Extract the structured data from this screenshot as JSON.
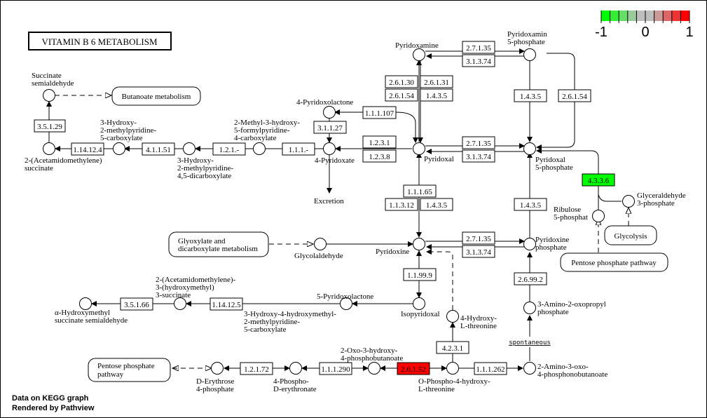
{
  "title": "VITAMIN B 6 METABOLISM",
  "footer": [
    "Data on KEGG graph",
    "Rendered by Pathview"
  ],
  "legend": {
    "colors": [
      "#00ff00",
      "#33ee33",
      "#66dd66",
      "#99cc99",
      "#bebebe",
      "#bebebe",
      "#cc9999",
      "#dd6666",
      "#ee3333",
      "#ff0000"
    ],
    "ticks": [
      "-1",
      "0",
      "1"
    ]
  },
  "colors": {
    "up": "#ff0000",
    "down": "#00ff00",
    "default": "#ffffff"
  },
  "maps": {
    "butanoate": [
      "Butanoate metabolism"
    ],
    "glyoxylate": [
      "Glyoxylate and",
      "dicarboxylate metabolism"
    ],
    "glycolysis": [
      "Glycolysis"
    ],
    "pentose_right": [
      "Pentose phosphate pathway"
    ],
    "pentose_left": [
      "Pentose phosphate",
      "pathway"
    ]
  },
  "compounds": {
    "succ_semi": [
      "Succinate",
      "semialdehyde"
    ],
    "acet_succ": [
      "2-(Acetamidomethylene)",
      "succinate"
    ],
    "hmpc": [
      "3-Hydroxy-",
      "2-methylpyridine-",
      "5-carboxylate"
    ],
    "hmpdc": [
      "3-Hydroxy-",
      "2-methylpyridine-",
      "4,5-dicarboxylate"
    ],
    "mhfpc": [
      "2-Methyl-3-hydroxy-",
      "5-formylpyridine-",
      "4-carboxylate"
    ],
    "pyridoxolactone": [
      "4-Pyridoxolactone"
    ],
    "pyridoxate": [
      "4-Pyridoxate"
    ],
    "excretion": [
      "Excretion"
    ],
    "pyridoxamine": [
      "Pyridoxamine"
    ],
    "pmp": [
      "Pyridoxamin",
      "5-phosphate"
    ],
    "pyridoxal": [
      "Pyridoxal"
    ],
    "plp": [
      "Pyridoxal",
      "5-phosphate"
    ],
    "ribulose": [
      "Ribulose",
      "5-phosphat"
    ],
    "g3p": [
      "Glyceraldehyde",
      "3-phosphate"
    ],
    "glycolaldehyde": [
      "Glycolaldehyde"
    ],
    "pyridoxine": [
      "Pyridoxine"
    ],
    "pnp": [
      "Pyridoxine",
      "phosphate"
    ],
    "acet_hm_succ": [
      "2-(Acetamidomethylene)-",
      "3-(hydroxymethyl)",
      "3-succinate"
    ],
    "ahm_semi": [
      "α-Hydroxymethyl",
      "succinate semialdehyde"
    ],
    "hhmpc": [
      "3-Hydroxy-4-hydroxymethyl-",
      "2-methylpyridine-",
      "5-carboxylate"
    ],
    "pyridoxolactone5": [
      "5-Pyridoxolactone"
    ],
    "isopyridoxal": [
      "Isopyridoxal"
    ],
    "hthr": [
      "4-Hydroxy-",
      "L-threonine"
    ],
    "aop": [
      "3-Amino-2-oxopropyl",
      "phosphate"
    ],
    "spontaneous": "spontaneous",
    "aopb": [
      "2-Amino-3-oxo-",
      "4-phosphonobutanoate"
    ],
    "ophthr": [
      "O-Phospho-4-hydroxy-",
      "L-threonine"
    ],
    "ohpb": [
      "2-Oxo-3-hydroxy-",
      "4-phosphobutanoate"
    ],
    "pe": [
      "4-Phospho-",
      "D-erythronate"
    ],
    "e4p": [
      "D-Erythrose",
      "4-phosphate"
    ]
  },
  "enzymes": {
    "e3_5_1_29": {
      "label": "3.5.1.29",
      "value": null
    },
    "e1_14_12_4": {
      "label": "1.14.12.4",
      "value": null
    },
    "e4_1_1_51": {
      "label": "4.1.1.51",
      "value": null
    },
    "e1_2_1_a": {
      "label": "1.2.1.-",
      "value": null
    },
    "e1_1_1_a": {
      "label": "1.1.1.-",
      "value": null
    },
    "e3_1_1_27": {
      "label": "3.1.1.27",
      "value": null
    },
    "e1_1_1_107": {
      "label": "1.1.1.107",
      "value": null
    },
    "e1_2_3_1": {
      "label": "1.2.3.1",
      "value": null
    },
    "e1_2_3_8": {
      "label": "1.2.3.8",
      "value": null
    },
    "e2_6_1_30": {
      "label": "2.6.1.30",
      "value": null
    },
    "e2_6_1_31": {
      "label": "2.6.1.31",
      "value": null
    },
    "e2_6_1_54a": {
      "label": "2.6.1.54",
      "value": null
    },
    "e1_4_3_5a": {
      "label": "1.4.3.5",
      "value": null
    },
    "e2_7_1_35a": {
      "label": "2.7.1.35",
      "value": null
    },
    "e3_1_3_74a": {
      "label": "3.1.3.74",
      "value": null
    },
    "e1_4_3_5b": {
      "label": "1.4.3.5",
      "value": null
    },
    "e2_6_1_54b": {
      "label": "2.6.1.54",
      "value": null
    },
    "e2_7_1_35b": {
      "label": "2.7.1.35",
      "value": null
    },
    "e3_1_3_74b": {
      "label": "3.1.3.74",
      "value": null
    },
    "e4_3_3_6": {
      "label": "4.3.3.6",
      "value": -1
    },
    "e1_1_1_65": {
      "label": "1.1.1.65",
      "value": null
    },
    "e1_1_3_12": {
      "label": "1.1.3.12",
      "value": null
    },
    "e1_4_3_5c": {
      "label": "1.4.3.5",
      "value": null
    },
    "e1_4_3_5d": {
      "label": "1.4.3.5",
      "value": null
    },
    "e2_7_1_35c": {
      "label": "2.7.1.35",
      "value": null
    },
    "e3_1_3_74c": {
      "label": "3.1.3.74",
      "value": null
    },
    "e2_6_99_2": {
      "label": "2.6.99.2",
      "value": null
    },
    "e1_1_99_9": {
      "label": "1.1.99.9",
      "value": null
    },
    "e3_5_1_66": {
      "label": "3.5.1.66",
      "value": null
    },
    "e1_14_12_5": {
      "label": "1.14.12.5",
      "value": null
    },
    "e4_2_3_1": {
      "label": "4.2.3.1",
      "value": null
    },
    "e1_1_1_262": {
      "label": "1.1.1.262",
      "value": null
    },
    "e2_6_1_52": {
      "label": "2.6.1.52",
      "value": 1
    },
    "e1_1_1_290": {
      "label": "1.1.1.290",
      "value": null
    },
    "e1_2_1_72": {
      "label": "1.2.1.72",
      "value": null
    }
  }
}
